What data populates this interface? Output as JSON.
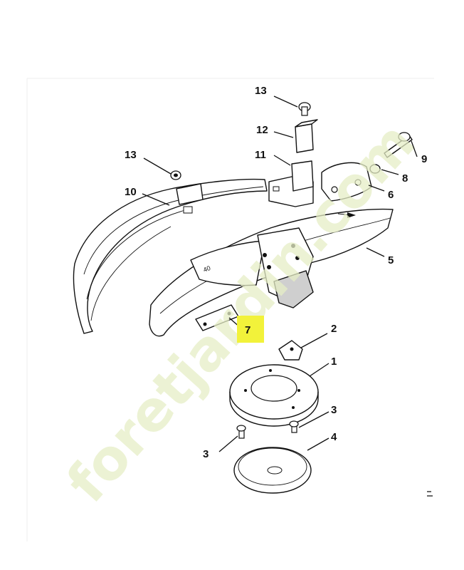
{
  "callouts": [
    {
      "id": "13a",
      "label": "13"
    },
    {
      "id": "12",
      "label": "12"
    },
    {
      "id": "13b",
      "label": "13"
    },
    {
      "id": "11",
      "label": "11"
    },
    {
      "id": "10",
      "label": "10"
    },
    {
      "id": "9",
      "label": "9"
    },
    {
      "id": "8",
      "label": "8"
    },
    {
      "id": "6",
      "label": "6"
    },
    {
      "id": "5",
      "label": "5"
    },
    {
      "id": "7",
      "label": "7"
    },
    {
      "id": "2",
      "label": "2"
    },
    {
      "id": "1",
      "label": "1"
    },
    {
      "id": "3a",
      "label": "3"
    },
    {
      "id": "3b",
      "label": "3"
    },
    {
      "id": "4",
      "label": "4"
    }
  ],
  "highlight": {
    "callout": "7",
    "color": "#f2f23a"
  },
  "watermark": {
    "text": "foretjardin.com",
    "color": "#e6eec6"
  }
}
